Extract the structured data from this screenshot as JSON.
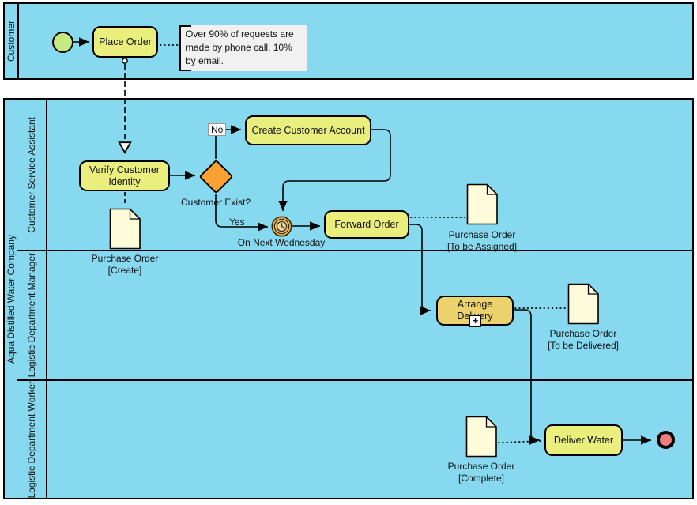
{
  "colors": {
    "lane_fill": "#87d9f0",
    "task_fill": "#e9ee7d",
    "subprocess_fill": "#ecd26c",
    "gateway_fill": "#f9a233",
    "start_event_fill": "#c6ea7f",
    "end_event_fill": "#ef7f7f",
    "document_fill": "#fdfcda",
    "annotation_fill": "#f1f1f1",
    "timer_fill": "#e8b765"
  },
  "pools": {
    "customer": {
      "label": "Customer"
    },
    "company": {
      "label": "Aqua Distilled Water Company",
      "lanes": [
        {
          "label": "Customer Service Assistant"
        },
        {
          "label": "Logistic Department Manager"
        },
        {
          "label": "Logistic Department Worker"
        }
      ]
    }
  },
  "tasks": {
    "place_order": "Place Order",
    "verify_customer_identity": "Verify Customer Identity",
    "create_customer_account": "Create Customer Account",
    "forward_order": "Forward Order",
    "arrange_delivery": "Arrange Delivery",
    "deliver_water": "Deliver Water"
  },
  "gateway": {
    "question": "Customer Exist?"
  },
  "flow_labels": {
    "no": "No",
    "yes": "Yes",
    "timer": "On Next Wednesday"
  },
  "annotation": {
    "text": "Over 90% of requests are made by phone call, 10% by email."
  },
  "documents": {
    "po_create": {
      "line1": "Purchase Order",
      "line2": "[Create]"
    },
    "po_assigned": {
      "line1": "Purchase Order",
      "line2": "[To be Assigned]"
    },
    "po_delivered": {
      "line1": "Purchase Order",
      "line2": "[To be Delivered]"
    },
    "po_complete": {
      "line1": "Purchase Order",
      "line2": "[Complete]"
    }
  },
  "icons": {
    "subprocess_plus": "+"
  }
}
